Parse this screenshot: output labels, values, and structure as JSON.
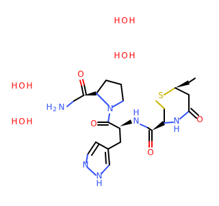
{
  "colors": {
    "bond": "#000000",
    "oxygen": "#ff0d0d",
    "nitrogen": "#3050f8",
    "sulfur": "#c8b400",
    "background": "#ffffff"
  },
  "waters": [
    {
      "h1": "H",
      "o": "O",
      "h2": "H"
    },
    {
      "h1": "H",
      "o": "O",
      "h2": "H"
    },
    {
      "h1": "H",
      "o": "O",
      "h2": "H"
    },
    {
      "h1": "H",
      "o": "O",
      "h2": "H"
    }
  ],
  "atoms": {
    "amide_n": "H",
    "amide_n_sub": "2",
    "amide_n_letter": "N",
    "amide_o": "O",
    "pro_n": "N",
    "his_co_o": "O",
    "his_nh_n": "N",
    "his_nh_h": "H",
    "imid_n1": "N",
    "imid_nh_n": "N",
    "imid_nh_h": "H",
    "thio_s": "S",
    "thio_co_o": "O",
    "thio_n": "N",
    "thio_n_h": "H",
    "ring_o": "O"
  }
}
